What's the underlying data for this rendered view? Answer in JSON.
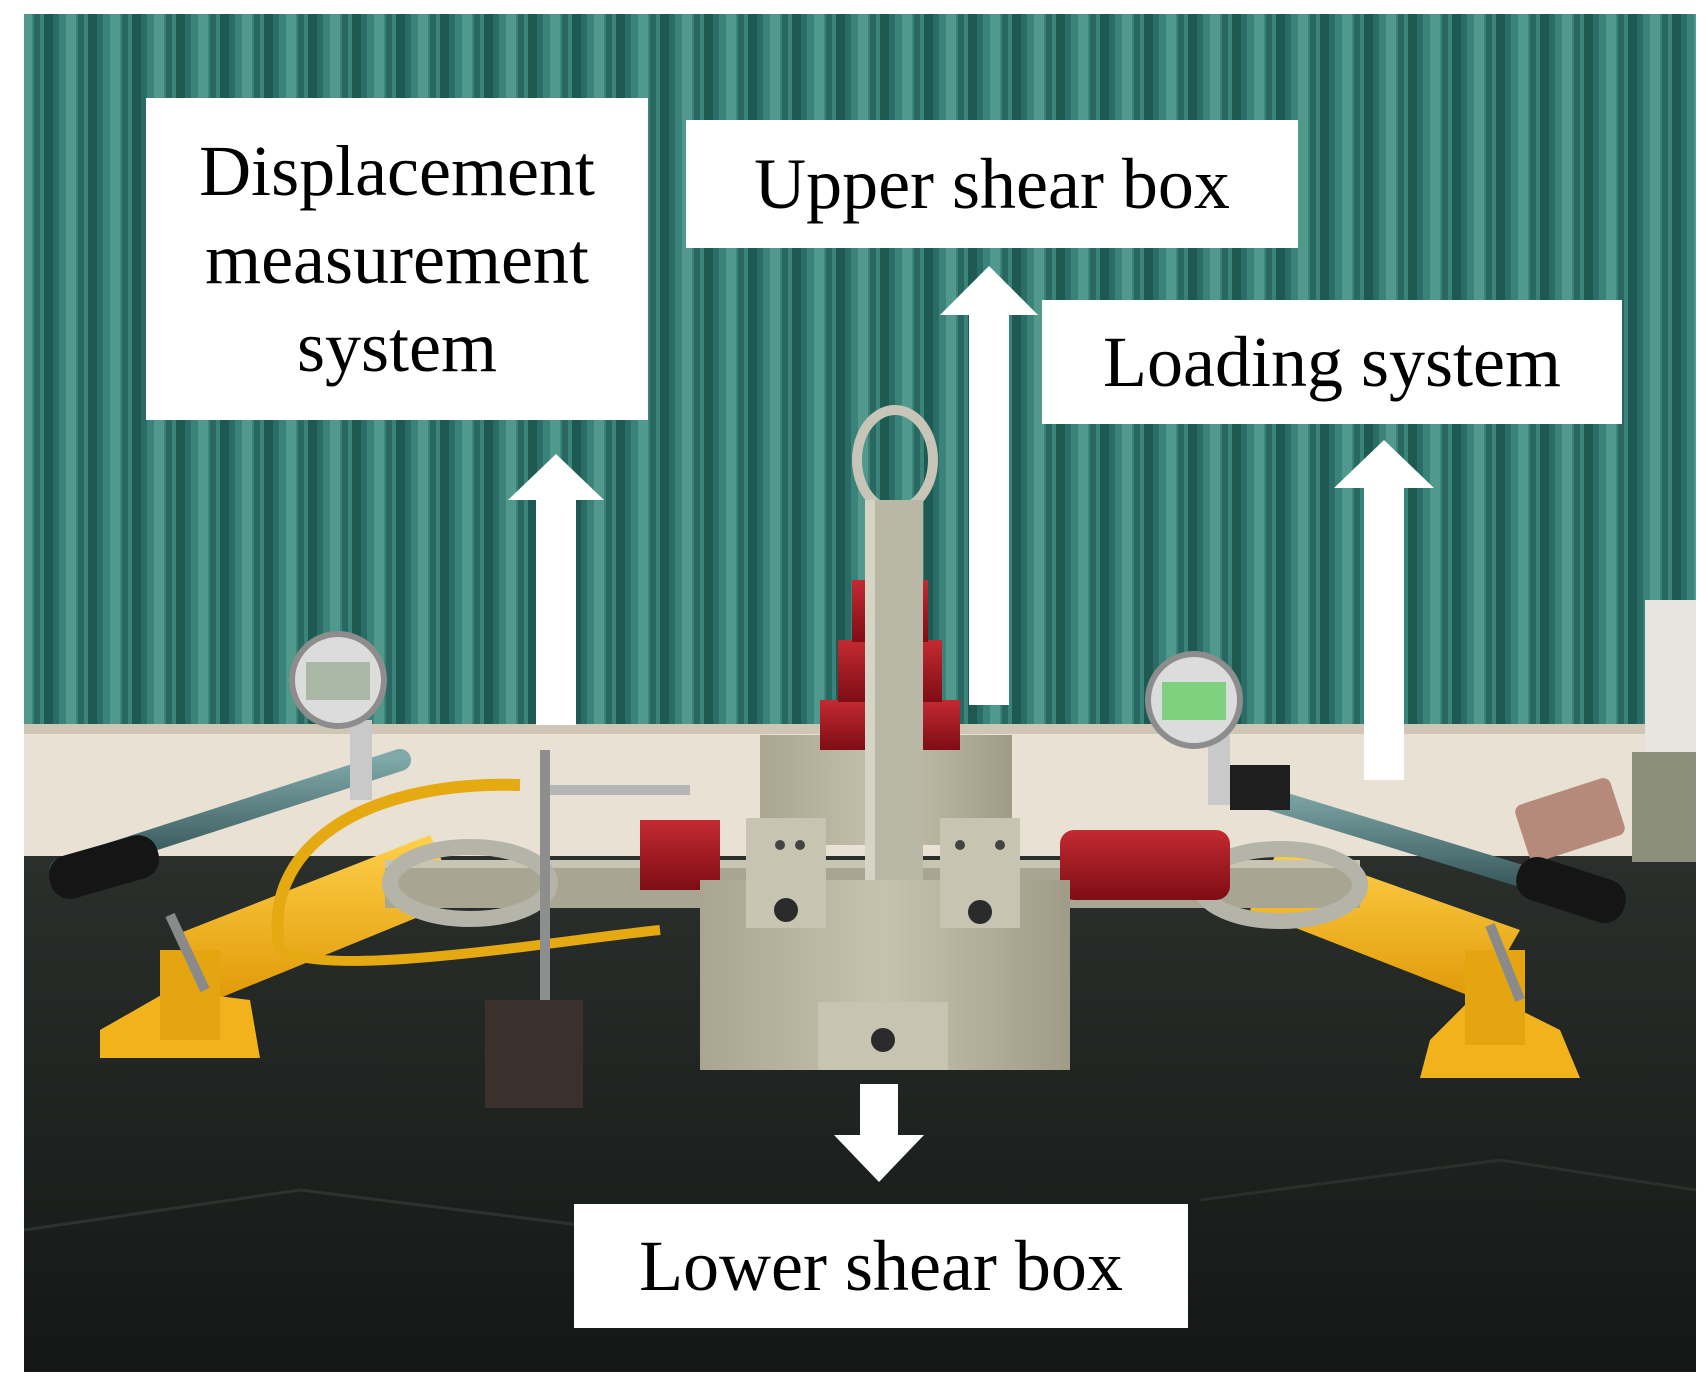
{
  "labels": {
    "displacement": [
      "Displacement",
      "measurement",
      "system"
    ],
    "upper": "Upper shear box",
    "loading": "Loading system",
    "lower": "Lower shear box"
  },
  "colors": {
    "curtain": "#3f8f86",
    "curtain_dark": "#1f5e58",
    "wall": "#e9e1d4",
    "table": "#1d211f",
    "pump_yellow": "#f2b21c",
    "cylinder_red": "#a3141e",
    "box_gray": "#b7b3a0",
    "arrow": "#ffffff"
  },
  "icons": [
    "arrow-up-icon",
    "arrow-down-icon",
    "pressure-gauge-icon"
  ]
}
